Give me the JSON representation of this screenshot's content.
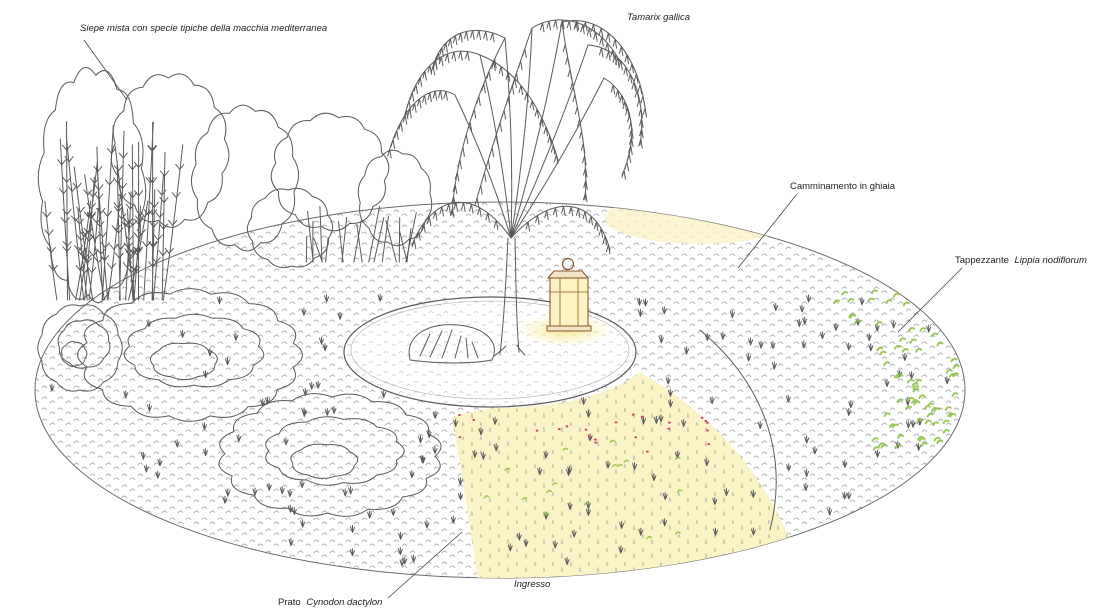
{
  "labels": {
    "hedge": "Siepe mista con specie tipiche della macchia mediterranea",
    "tamarix": "Tamarix gallica",
    "gravel_path": "Camminamento in ghiaia",
    "groundcover_prefix": "Tappezzante",
    "groundcover_species": "Lippia nodiflorum",
    "lawn_prefix": "Prato",
    "lawn_species": "Cynodon dactylon",
    "entrance": "Ingresso"
  },
  "colors": {
    "pencil": "#5a5a5a",
    "lantern": "#8b5a2b",
    "glow": "#f6e98e",
    "groundcover": "#8cbf3f",
    "lawn_tint": "#faf3c6",
    "flowers": "#d0406a"
  }
}
